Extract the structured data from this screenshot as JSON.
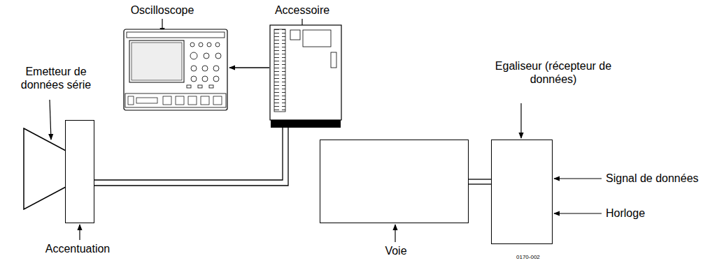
{
  "diagram": {
    "nodes": [
      {
        "text": [
          "Emetteur de données série"
        ]
      },
      {
        "text": [
          "Accentuation"
        ]
      },
      {
        "text": [
          "Oscilloscope"
        ]
      },
      {
        "text": [
          "Accessoire"
        ]
      },
      {
        "text": [
          "Voie"
        ]
      },
      {
        "text": [
          "Egaliseur (récepteur de données)"
        ]
      }
    ],
    "edges": [
      {
        "from": 3,
        "to": 2,
        "arrow": "to"
      },
      {
        "from": 1,
        "to": 3,
        "arrow": "none"
      },
      {
        "from": 4,
        "to": 5,
        "arrow": "none"
      }
    ],
    "labels": [
      "Signal de données",
      "Horloge",
      "0170-002"
    ]
  }
}
